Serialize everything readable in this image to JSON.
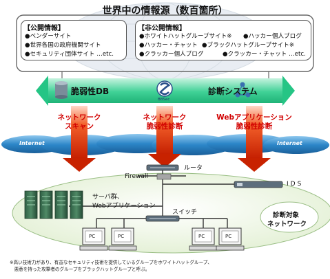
{
  "title": "世界中の情報源（数百箇所）",
  "public_info": {
    "header": "【公開情報】",
    "items": [
      "●ベンダーサイト",
      "●世界各国の政府機関サイト",
      "●セキュリティ団体サイト …etc."
    ]
  },
  "private_info": {
    "header": "【非公開情報】",
    "items": [
      "●ホワイトハットグループサイト※",
      "●ハッカー個人ブログ",
      "●ハッカー・チャット",
      "●ブラックハットグループサイト※",
      "●クラッカー個人ブログ",
      "●クラッカー・チャット …etc."
    ]
  },
  "band": {
    "left_label": "脆弱性DB",
    "logo_text": "BBSec",
    "right_label": "診断システム"
  },
  "services": [
    {
      "line1": "ネットワーク",
      "line2": "スキャン"
    },
    {
      "line1": "ネットワーク",
      "line2": "脆弱性診断"
    },
    {
      "line1": "Webアプリケーション",
      "line2": "脆弱性診断"
    }
  ],
  "internet_labels": [
    "Internet",
    "Internet"
  ],
  "network": {
    "firewall": "Firewall",
    "router": "ルータ",
    "ids": "IDS",
    "servers_line1": "サーバ群、",
    "servers_line2": "Webアプリケーション",
    "switch": "スイッチ",
    "target_line1": "診断対象",
    "target_line2": "ネットワーク",
    "pc": "PC"
  },
  "footnote": {
    "line1": "※高い技術力があり、有益なセキュリティ技術を提供しているグループをホワイトハットグループ、",
    "line2": "　悪意を持った攻撃者のグループをブラックハットグループと呼ぶ。"
  },
  "colors": {
    "band_green": "#25c585",
    "band_light": "#9ee8c8",
    "arrow_red": "#e83a10",
    "service_red": "#d10000",
    "cloud_blue": "#2c86c8",
    "globe_grey": "#d6dde6",
    "target_bg": "#eaf4df"
  }
}
